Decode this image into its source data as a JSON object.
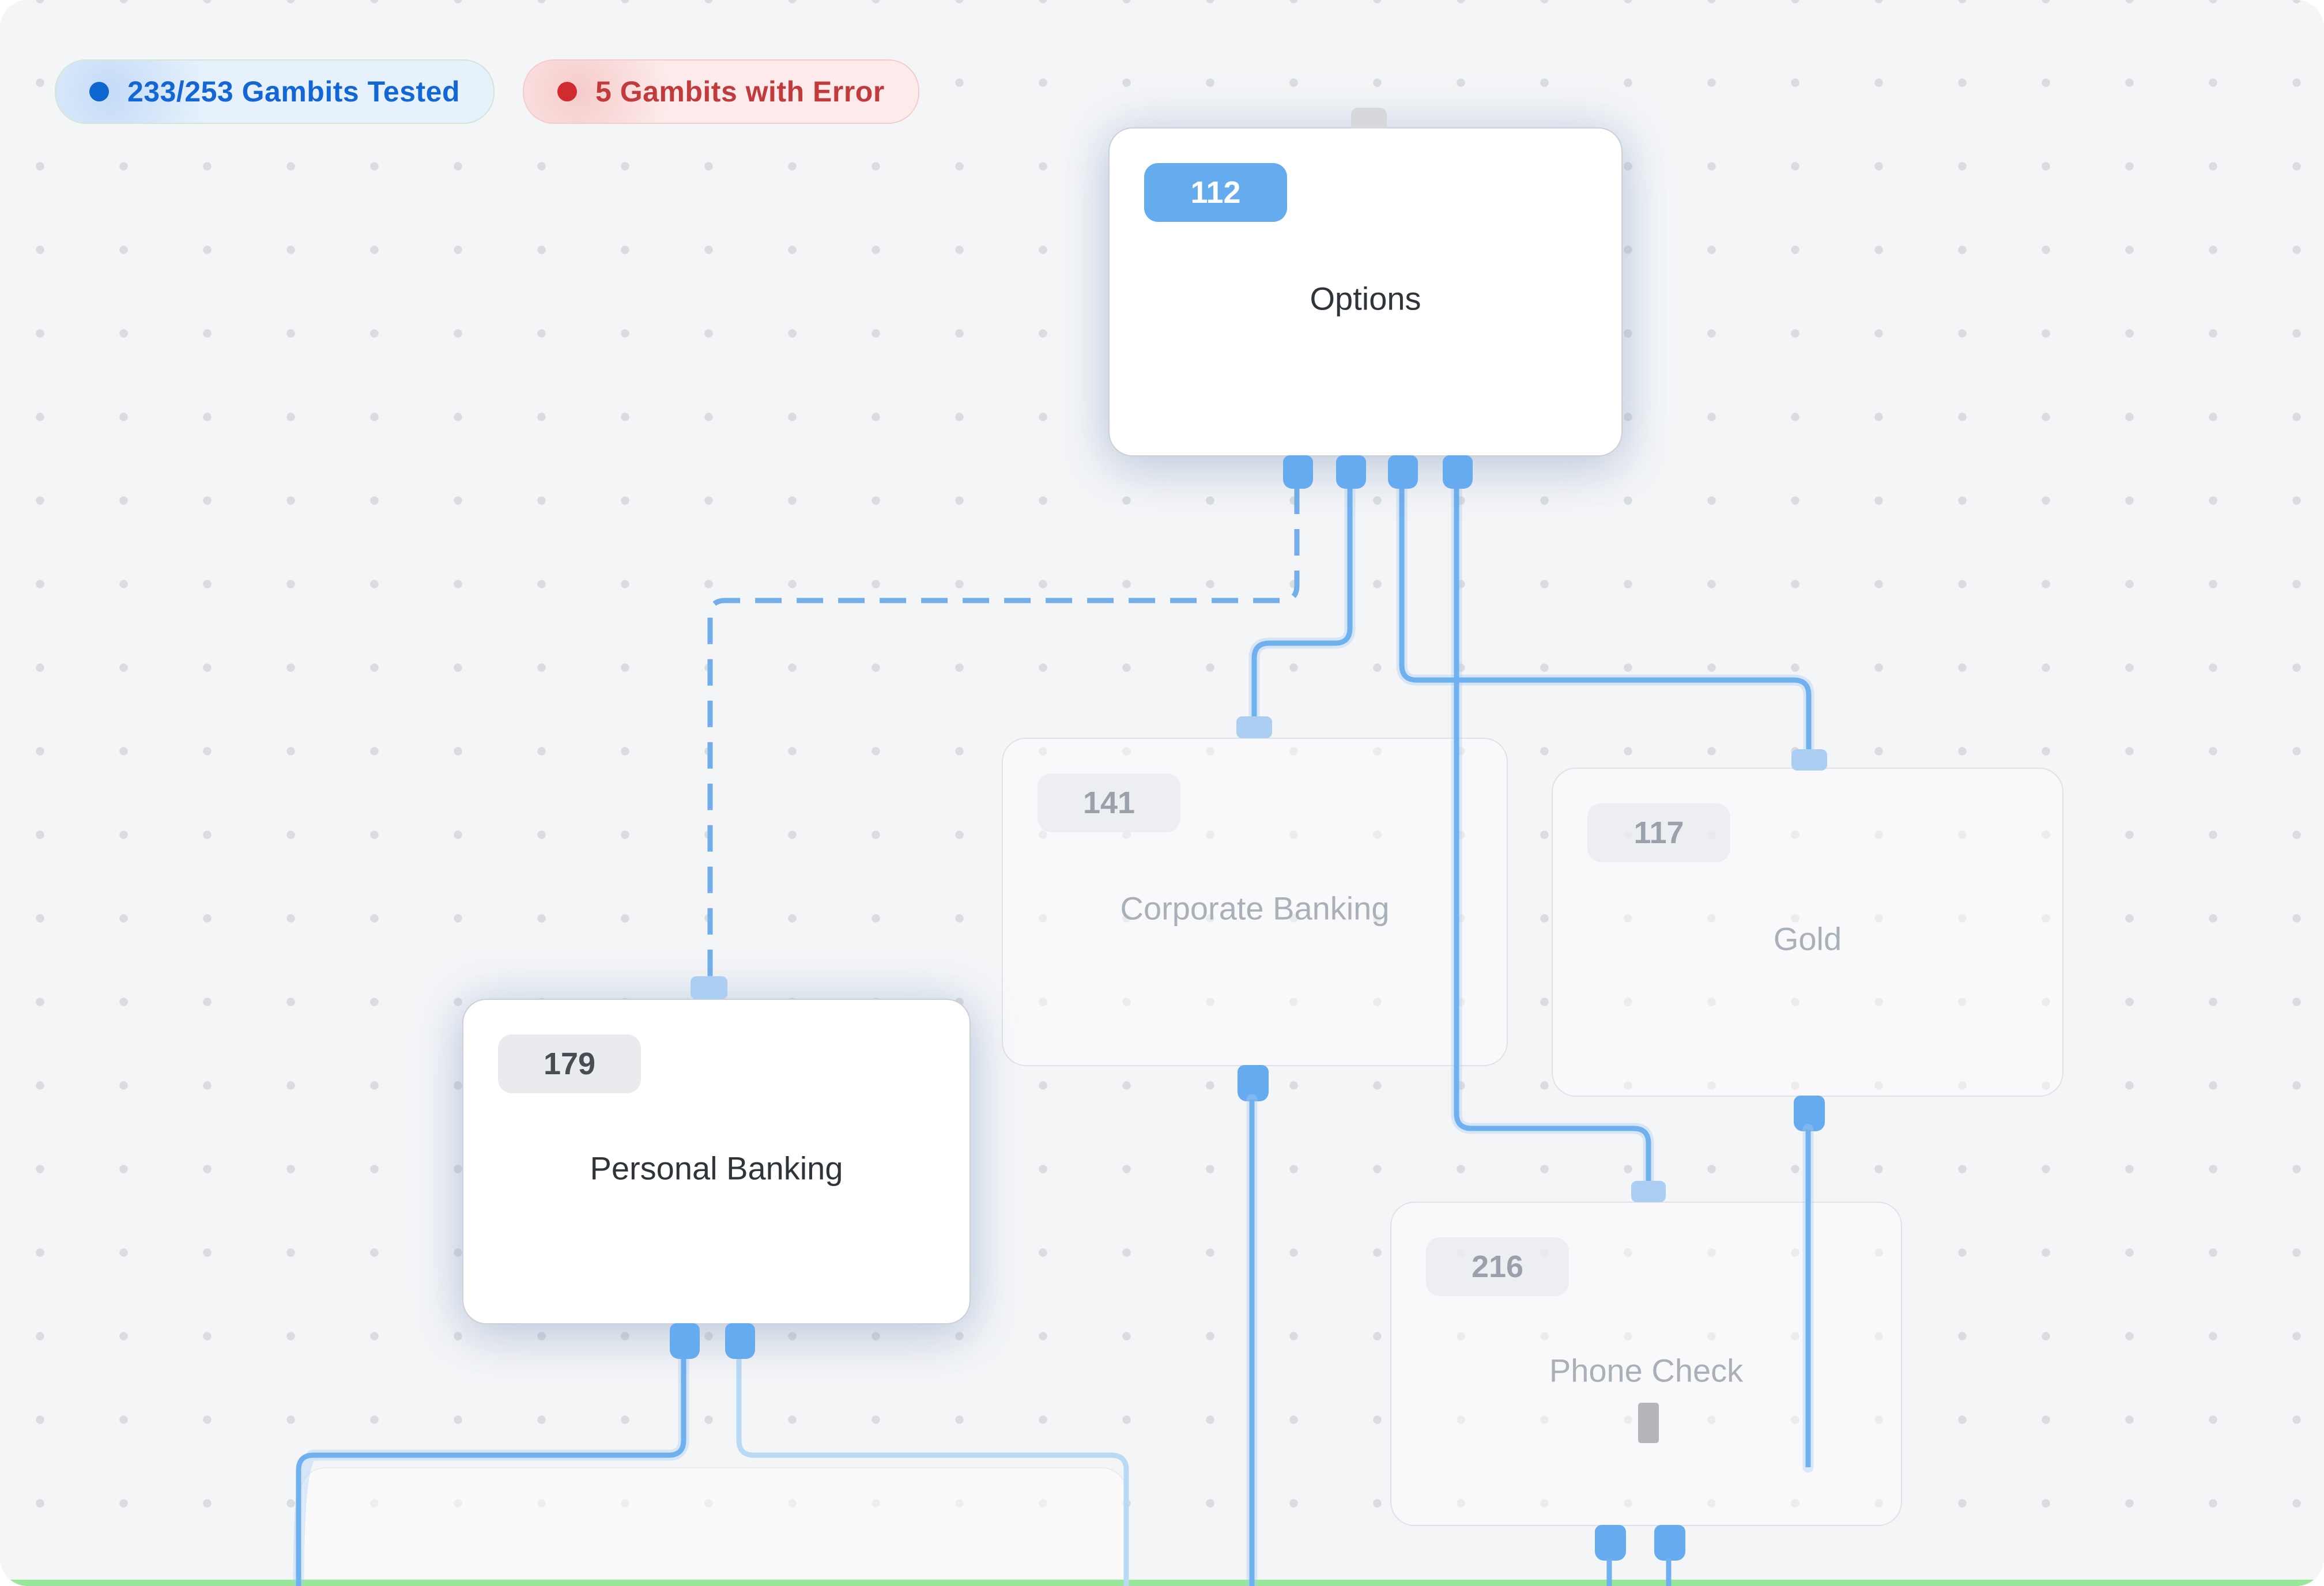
{
  "header": {
    "tested_pill": {
      "label": "233/253 Gambits Tested"
    },
    "error_pill": {
      "label": "5 Gambits with Error"
    }
  },
  "nodes": [
    {
      "id": "options",
      "badge": "112",
      "title": "Options",
      "state": "selected"
    },
    {
      "id": "corporate-banking",
      "badge": "141",
      "title": "Corporate Banking",
      "state": "dimmed"
    },
    {
      "id": "gold",
      "badge": "117",
      "title": "Gold",
      "state": "dimmed"
    },
    {
      "id": "personal-banking",
      "badge": "179",
      "title": "Personal Banking",
      "state": "normal"
    },
    {
      "id": "phone-check",
      "badge": "216",
      "title": "Phone Check",
      "state": "dimmed"
    }
  ],
  "colors": {
    "canvas_bg": "#f4f5f7",
    "grid_dot": "#dadce0",
    "edge_main": "#6fb0ee",
    "edge_light": "#bad9f5",
    "edge_halo": "rgba(168,206,244,0.38)",
    "edge_dashed": "#74aeea",
    "port": "#66abef",
    "connector": "#abcef2",
    "selected_badge_bg": "#64aced",
    "badge_bg": "#e9ebee",
    "bottom_edge": "#98e79a",
    "tested_text": "#1266d6",
    "tested_dot": "#0d66d0",
    "tested_bg": "#e7f1fc",
    "tested_border": "#d2e6d6",
    "error_text": "#c23a3c",
    "error_dot": "#d02c30",
    "error_bg": "#fcebea",
    "error_border": "#f3cdcd"
  }
}
